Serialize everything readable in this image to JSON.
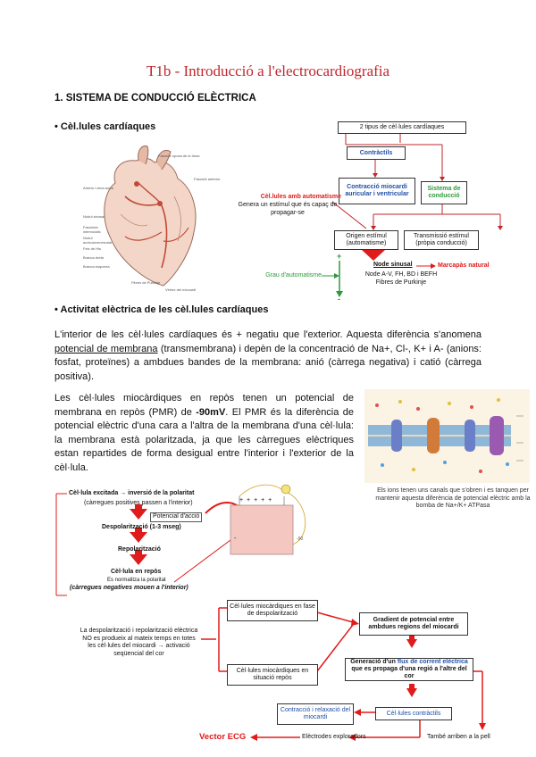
{
  "title": "T1b - Introducció a l'electrocardiografia",
  "section1": "1. SISTEMA DE CONDUCCIÓ ELÈCTRICA",
  "bullet1": "• Cèl.lules cardíaques",
  "bullet2": "• Activitat elèctrica de les cèl.lules cardíaques",
  "heart_labels": [
    "Fascicle oposa de la tórax",
    "Fascicle anterior",
    "Arteria i vena aorta",
    "Nòdul sinusal",
    "Fascicles internodals",
    "Nòdul auriculoventricular",
    "Feix de His",
    "Branca dreta",
    "Branca esquerra",
    "Fibres de Purkinje",
    "Vèrtex del miocardi"
  ],
  "diagram1": {
    "top": "2 tipus de cèl·lules cardíaques",
    "contractils": "Contràctils",
    "contraccio": "Contracció miocardi auricular i ventricular",
    "sistema": "Sistema de conducció",
    "automatisme_title": "Cèl.lules amb automatisme",
    "automatisme_desc": "Genera un estímul que és capaç de propagar-se",
    "origen": "Origen estímul (automatisme)",
    "transmissio": "Transmissió estímul (pròpia conducció)",
    "grau": "Grau d'automatisme",
    "plus": "+",
    "minus": "-",
    "node_sinusal": "Node sinusal",
    "marcapas": "Marcapàs natural",
    "node_av": "Node A-V, FH, BD i BEFH",
    "purkinje": "Fibres de Purkinje"
  },
  "para1": {
    "a": "L'interior de les cèl·lules cardíaques és + negatiu que l'exterior. Aquesta diferència s'anomena ",
    "u": "potencial de membrana",
    "b": " (transmembrana) i depèn de la concentració de Na+, Cl-, K+ i A- (anions: fosfat, proteïnes) a ambdues bandes de la membrana: anió (càrrega negativa) i catió (càrrega positiva)."
  },
  "para2": {
    "a": "Les cèl·lules miocàrdiques en repòs tenen un potencial de membrana en repòs (PMR) de ",
    "b": "-90mV",
    "c": ". El PMR és la diferència de potencial elèctric d'una cara a l'altra de la membrana d'una cèl·lula: la membrana està polaritzada, ja que les càrregues elèctriques estan repartides de forma desigual entre l'interior i l'exterior de la cèl·lula."
  },
  "membrane_note": "Els ions tenen uns canals que s'obren i es tanquen per mantenir aquesta diferència de potencial elèctric amb la bomba de Na+/K+ ATPasa",
  "diagram2": {
    "line1": "Cèl·lula excitada → inversió de la polaritat",
    "line2": "(càrregues positives passen a l'interior)",
    "potencial": "Potencial d'acció",
    "despol": "Despolarització (1-3 mseg)",
    "repol": "Repolarització",
    "repos": "Cèl·lula en repòs",
    "normalitza": "Es normalitza la polaritat",
    "negatives": "(càrregues negatives mouen a l'interior)",
    "plus_signs": "+ + + + +",
    "minus_sign": "-",
    "vm": "-90"
  },
  "diagram3": {
    "note": "La despolarització i repolarització elèctrica NO es produeix al mateix temps en totes les cèl·lules del miocardi → activació seqüencial del cor",
    "fase": "Cèl·lules miocàrdiques en fase de despolarització",
    "repos": "Cèl·lules miocàrdiques en situació repòs",
    "gradient": "Gradient de potencial entre ambdues regions del miocardi",
    "generacio_a": "Generació d'un ",
    "generacio_b": "flux de corrent elèctrica",
    "generacio_c": " que es propaga d'una regió a l'altre del cor",
    "contractils": "Cèl·lules contràctils",
    "contraccio": "Contracció i relaxació del miocardi",
    "vector": "Vector ECG",
    "electrodes": "Elèctrodes exploradors",
    "pell": "També arriben a la pell"
  }
}
